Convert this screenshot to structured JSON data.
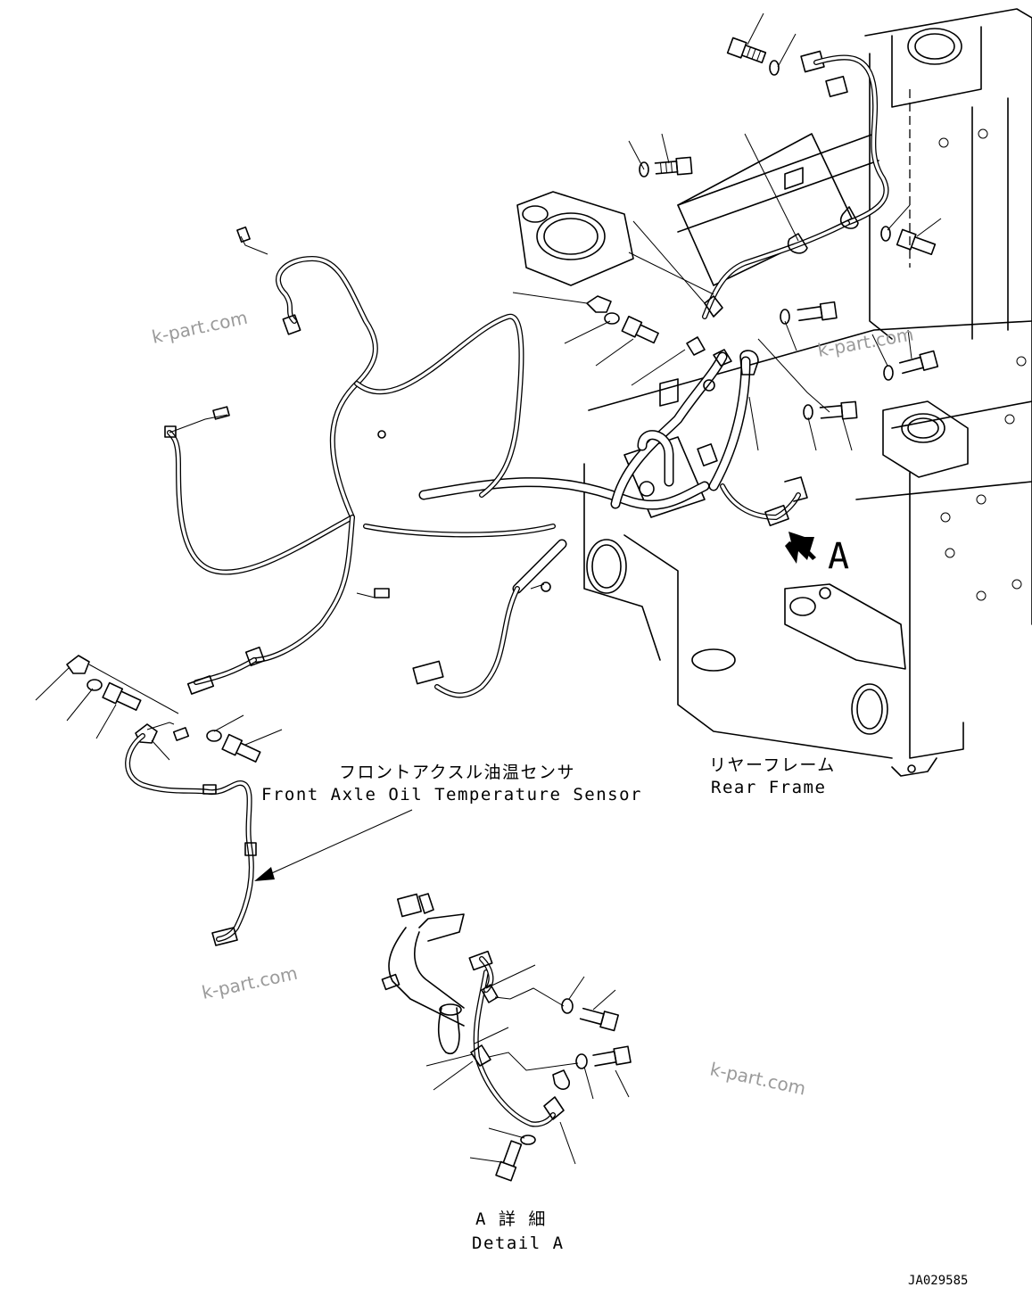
{
  "labels": {
    "sensor_jp": "フロントアクスル油温センサ",
    "sensor_en": "Front Axle Oil Temperature Sensor",
    "frame_jp": "リヤーフレーム",
    "frame_en": "Rear Frame",
    "view_marker": "A",
    "detail_jp": "A 詳 細",
    "detail_en": "Detail A"
  },
  "drawing_number": "JA029585",
  "watermarks": [
    "k-part.com",
    "k-part.com",
    "k-part.com",
    "k-part.com"
  ]
}
